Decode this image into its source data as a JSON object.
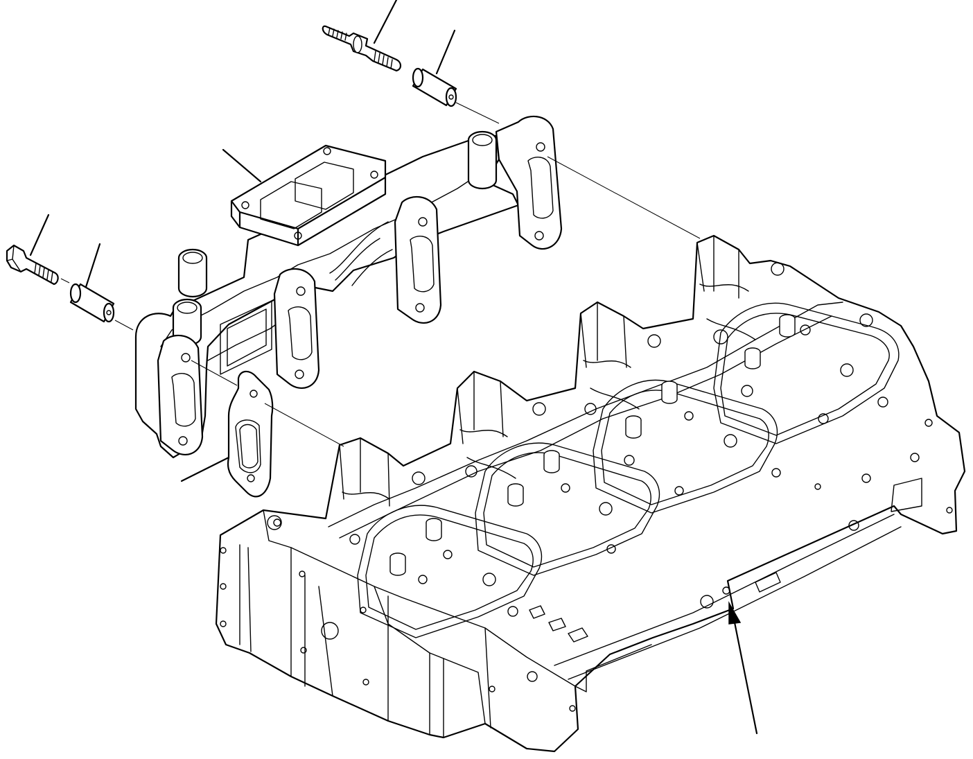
{
  "figure": {
    "kind": "exploded parts diagram",
    "line_color": "#000000",
    "background_color": "#ffffff",
    "parts": [
      {
        "name": "stud-bolt",
        "leader": true
      },
      {
        "name": "spacer-sleeve-top",
        "leader": true
      },
      {
        "name": "exhaust-manifold",
        "leader": true
      },
      {
        "name": "flange-bolt",
        "leader": true
      },
      {
        "name": "spacer-sleeve-left",
        "leader": true
      },
      {
        "name": "manifold-gasket",
        "leader": true
      },
      {
        "name": "cylinder-head",
        "leader": false
      }
    ],
    "view_arrow": {
      "target": "cylinder-head"
    }
  }
}
